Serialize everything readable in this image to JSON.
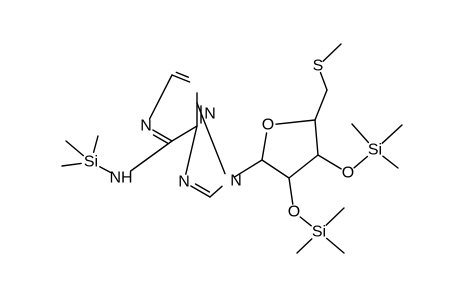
{
  "diagram": {
    "atoms": [
      {
        "id": "N1",
        "label": "N"
      },
      {
        "id": "N3",
        "label": "N"
      },
      {
        "id": "N7",
        "label": "N"
      },
      {
        "id": "N9",
        "label": "N"
      },
      {
        "id": "NH",
        "label": "NH"
      },
      {
        "id": "Si1",
        "label": "Si"
      },
      {
        "id": "O_ring",
        "label": "O"
      },
      {
        "id": "S",
        "label": "S"
      },
      {
        "id": "O3",
        "label": "O"
      },
      {
        "id": "Si2",
        "label": "Si"
      },
      {
        "id": "O2",
        "label": "O"
      },
      {
        "id": "Si3",
        "label": "Si"
      }
    ]
  }
}
